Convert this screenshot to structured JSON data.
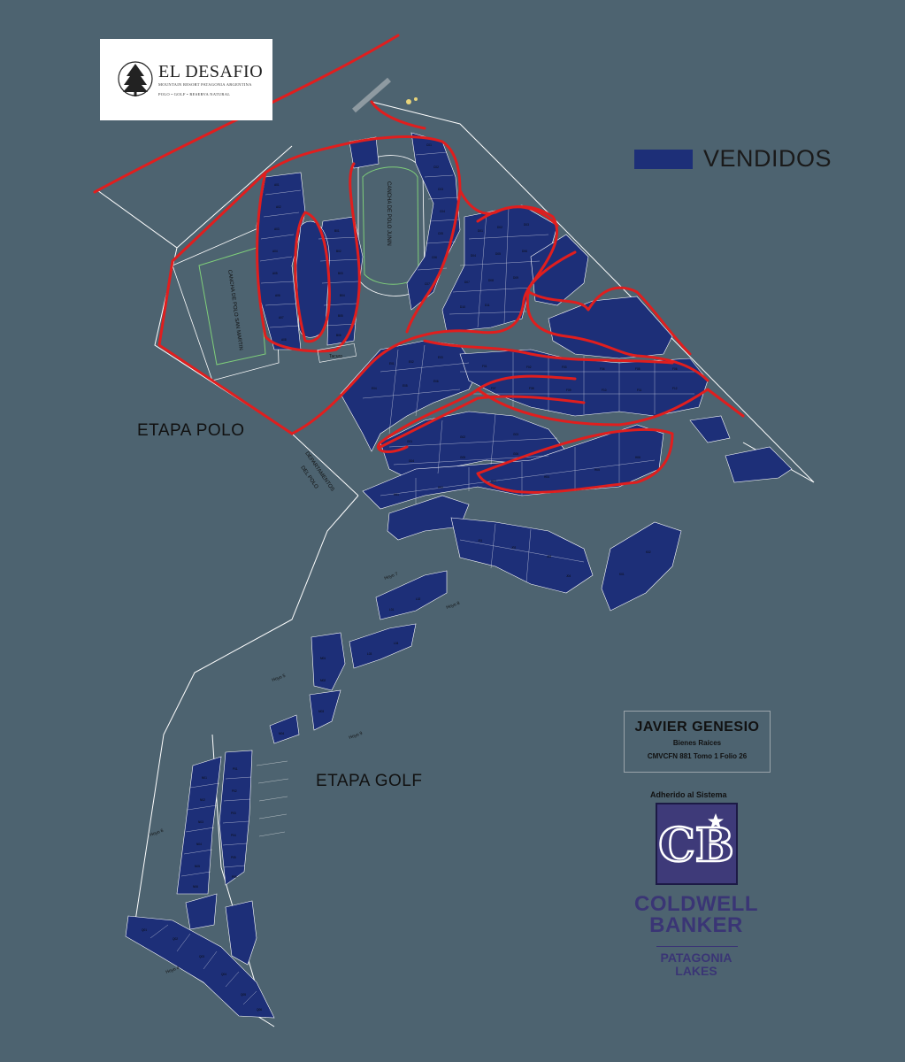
{
  "logo": {
    "title": "EL DESAFIO",
    "subtitle": "MOUNTAIN RESORT PATAGONIA ARGENTINA",
    "tagline": "POLO • GOLF • RESERVA NATURAL"
  },
  "legend": {
    "label": "VENDIDOS",
    "color": "#1d2f78"
  },
  "stages": {
    "polo": "ETAPA POLO",
    "golf": "ETAPA GOLF"
  },
  "map_labels": {
    "cancha_1": "CANCHA DE POLO SAN MARTIN",
    "cancha_2": "CANCHA DE POLO JUNIN",
    "departamentos": "DEPARTAMENTOS",
    "del_polo": "DEL POLO",
    "tacuro": "Tacuro",
    "hoyos": [
      "Hoyo 7",
      "Hoyo 8",
      "Hoyo 5",
      "Hoyo 9",
      "Hoyo 6",
      "Hoyo 4"
    ]
  },
  "agent": {
    "name": "JAVIER GENESIO",
    "line1": "Bienes Raíces",
    "line2": "CMVCFN 881 Tomo 1 Folio 26"
  },
  "brand": {
    "adherido": "Adherido al Sistema",
    "monogram": "CB",
    "name_line1": "COLDWELL",
    "name_line2": "BANKER",
    "sub_line1": "PATAGONIA",
    "sub_line2": "LAKES",
    "color": "#3e3a79"
  },
  "colors": {
    "road": "#e01e1e",
    "sold": "#1d2f78",
    "background": "#4d6370",
    "boundary": "#ffffff"
  }
}
